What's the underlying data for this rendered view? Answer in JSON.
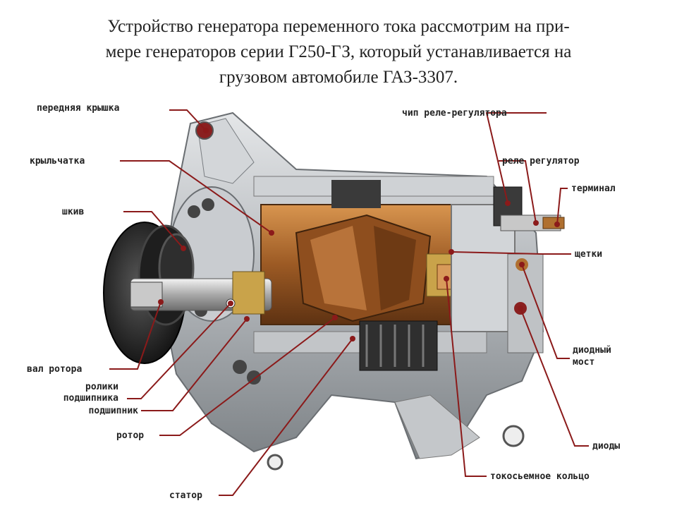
{
  "heading": {
    "line1": "Устройство генератора переменного тока рассмотрим на при-",
    "line2": "мере генераторов серии Г250-ГЗ, который устанавливается на",
    "line3": "грузовом автомобиле ГАЗ-3307."
  },
  "labels": {
    "front_cover": "передняя крышка",
    "impeller": "крыльчатка",
    "pulley": "шкив",
    "rotor_shaft": "вал ротора",
    "bearing_rollers_1": "ролики",
    "bearing_rollers_2": "подшипника",
    "bearing": "подшипник",
    "rotor": "ротор",
    "stator": "статор",
    "regulator_chip": "чип реле-регулятора",
    "regulator_relay": "реле регулятор",
    "terminal": "терминал",
    "brushes": "щетки",
    "diode_bridge_1": "диодный",
    "diode_bridge_2": "мост",
    "diodes": "диоды",
    "slip_ring": "токосьемное кольцо"
  },
  "colors": {
    "leader_line": "#8b1a1a",
    "housing": "#b9bcbf",
    "copper": "#a8652a",
    "dark": "#2b2b2b"
  }
}
